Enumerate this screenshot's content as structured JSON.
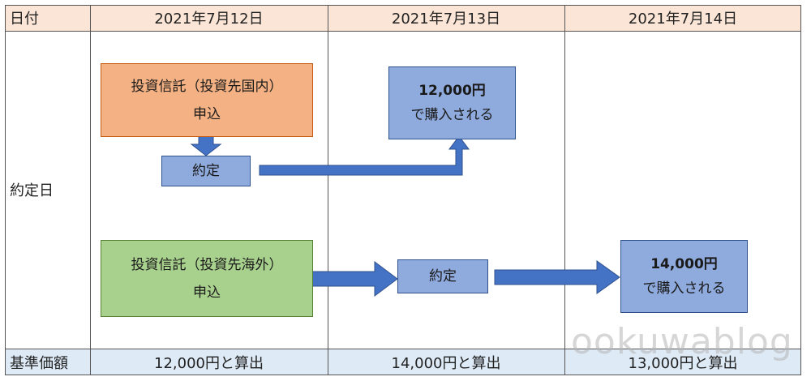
{
  "header": {
    "label": "日付",
    "dates": [
      "2021年7月12日",
      "2021年7月13日",
      "2021年7月14日"
    ]
  },
  "row": {
    "label": "約定日"
  },
  "footer": {
    "label": "基準価額",
    "values": [
      "12,000円と算出",
      "14,000円と算出",
      "13,000円と算出"
    ]
  },
  "boxes": {
    "domestic_fund": {
      "line1": "投資信託（投資先国内）",
      "line2": "申込"
    },
    "domestic_contract": "約定",
    "domestic_result": {
      "amount": "12,000円",
      "text": "で購入される"
    },
    "foreign_fund": {
      "line1": "投資信託（投資先海外）",
      "line2": "申込"
    },
    "foreign_contract": "約定",
    "foreign_result": {
      "amount": "14,000円",
      "text": "で購入される"
    }
  },
  "watermark": "ookuwablog",
  "colors": {
    "header_bg": "#fbe5d6",
    "footer_bg": "#deebf7",
    "domestic_fill": "#f4b183",
    "foreign_fill": "#a9d18e",
    "step_fill": "#8faadc",
    "arrow": "#4472c4"
  }
}
